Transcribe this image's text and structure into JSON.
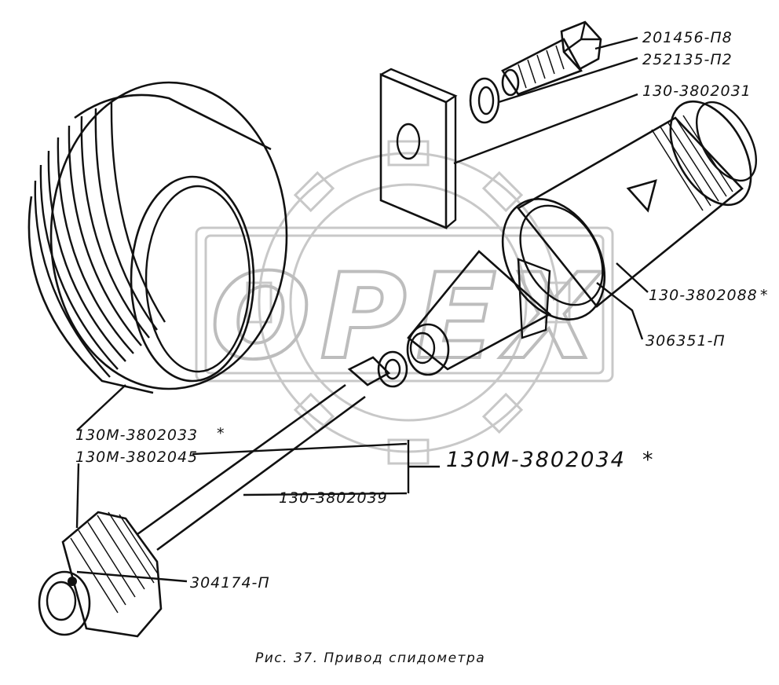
{
  "watermark": {
    "text": "OPEX"
  },
  "labels": {
    "bolt": "201456-П8",
    "washer": "252135-П2",
    "plate": "130-3802031",
    "housing": "130-3802088",
    "ring": "306351-П",
    "worm": "130М-3802033",
    "gear": "130М-3802045",
    "shaft": "130-3802039",
    "pin": "304174-П",
    "assembly": "130М-3802034"
  },
  "star": "*",
  "caption": "Рис. 37.  Привод спидометра"
}
